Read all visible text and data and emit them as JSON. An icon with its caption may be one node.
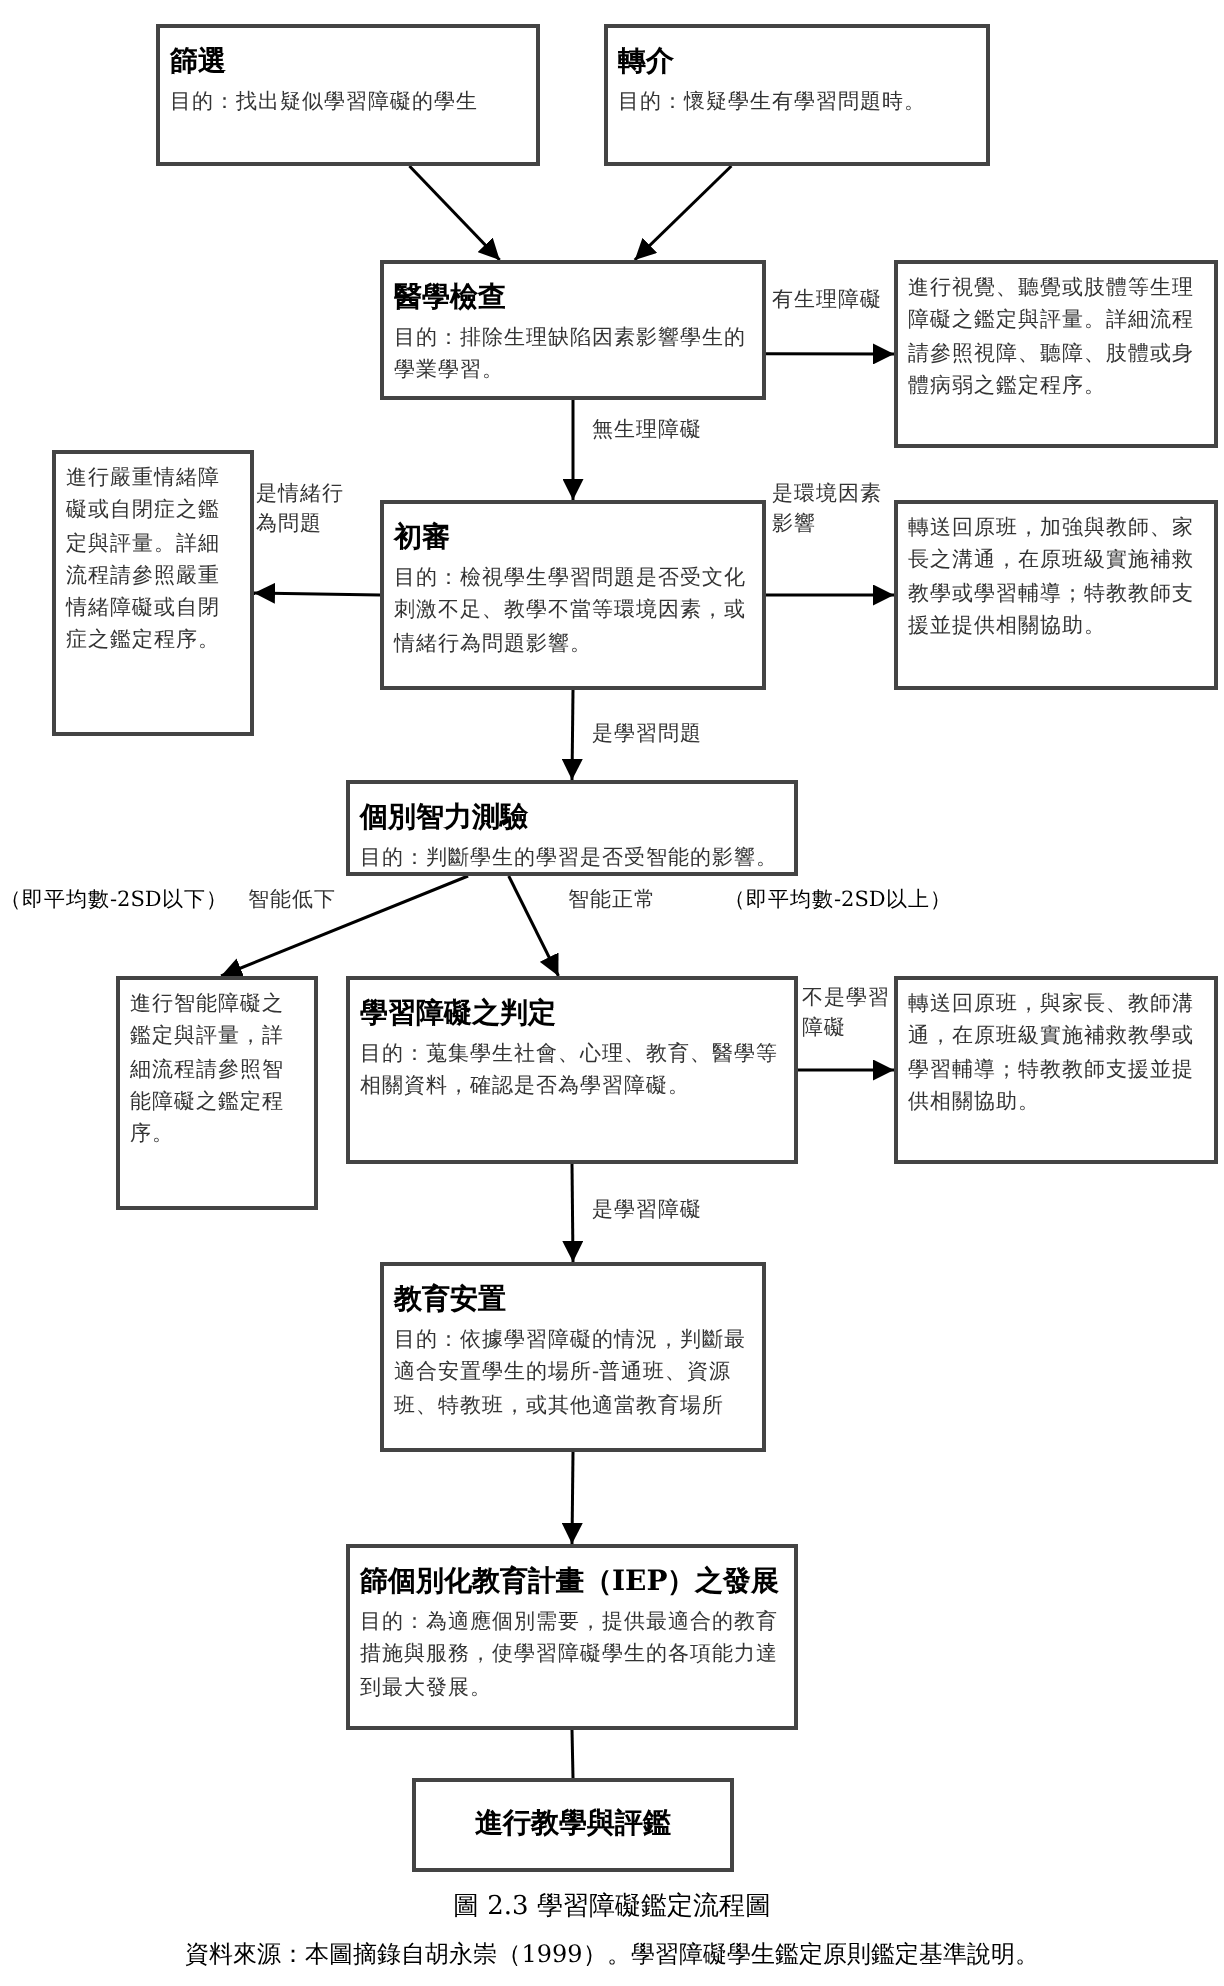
{
  "diagram": {
    "caption": "圖 2.3 學習障礙鑑定流程圖",
    "nodes": [
      {
        "text": [
          "篩選",
          "目的：找出疑似學習障礙的學生"
        ]
      },
      {
        "text": [
          "轉介",
          "目的：懷疑學生有學習問題時。"
        ]
      },
      {
        "text": [
          "醫學檢查",
          "目的：排除生理缺陷因素影響學生的學業學習。"
        ]
      },
      {
        "text": [
          "進行視覺、聽覺或肢體等生理障礙之鑑定與評量。詳細流程請參照視障、聽障、肢體或身體病弱之鑑定程序。"
        ]
      },
      {
        "text": [
          "初審",
          "目的：檢視學生學習問題是否受文化刺激不足、教學不當等環境因素，或情緒行為問題影響。"
        ]
      },
      {
        "text": [
          "進行嚴重情緒障礙或自閉症之鑑定與評量。詳細流程請參照嚴重情緒障礙或自閉症之鑑定程序。"
        ]
      },
      {
        "text": [
          "轉送回原班，加強與教師、家長之溝通，在原班級實施補救教學或學習輔導；特教教師支援並提供相關協助。"
        ]
      },
      {
        "text": [
          "個別智力測驗",
          "目的：判斷學生的學習是否受智能的影響。"
        ]
      },
      {
        "text": [
          "進行智能障礙之鑑定與評量，詳細流程請參照智能障礙之鑑定程序。"
        ]
      },
      {
        "text": [
          "學習障礙之判定",
          "目的：蒐集學生社會、心理、教育、醫學等相關資料，確認是否為學習障礙。"
        ]
      },
      {
        "text": [
          "轉送回原班，與家長、教師溝通，在原班級實施補救教學或學習輔導；特教教師支援並提供相關協助。"
        ]
      },
      {
        "text": [
          "教育安置",
          "目的：依據學習障礙的情況，判斷最適合安置學生的場所-普通班、資源班、特教班，或其他適當教育場所"
        ]
      },
      {
        "text": [
          "篩個別化教育計畫（IEP）之發展",
          "目的：為適應個別需要，提供最適合的教育措施與服務，使學習障礙學生的各項能力達到最大發展。"
        ]
      },
      {
        "text": [
          "進行教學與評鑑"
        ]
      }
    ],
    "edges": [
      {
        "from": 0,
        "to": 2,
        "arrow": "to"
      },
      {
        "from": 1,
        "to": 2,
        "arrow": "to"
      },
      {
        "from": 2,
        "to": 3,
        "arrow": "to",
        "label": "有生理障礙"
      },
      {
        "from": 2,
        "to": 4,
        "arrow": "to",
        "label": "無生理障礙"
      },
      {
        "from": 4,
        "to": 5,
        "arrow": "to",
        "label": "是情緒行為問題"
      },
      {
        "from": 4,
        "to": 6,
        "arrow": "to",
        "label": "是環境因素影響"
      },
      {
        "from": 4,
        "to": 7,
        "arrow": "to",
        "label": "是學習問題"
      },
      {
        "from": 7,
        "to": 8,
        "arrow": "to",
        "label": "智能低下"
      },
      {
        "from": 7,
        "to": 9,
        "arrow": "to",
        "label": "智能正常"
      },
      {
        "from": 9,
        "to": 10,
        "arrow": "to",
        "label": "不是學習障礙"
      },
      {
        "from": 9,
        "to": 11,
        "arrow": "to",
        "label": "是學習障礙"
      },
      {
        "from": 11,
        "to": 12,
        "arrow": "to"
      },
      {
        "from": 12,
        "to": 13,
        "arrow": "none"
      }
    ],
    "labels": [
      "（即平均數-2SD以下）",
      "（即平均數-2SD以上）",
      "資料來源：本圖摘錄自胡永崇（1999）。學習障礙學生鑑定原則鑑定基準說明。"
    ]
  }
}
